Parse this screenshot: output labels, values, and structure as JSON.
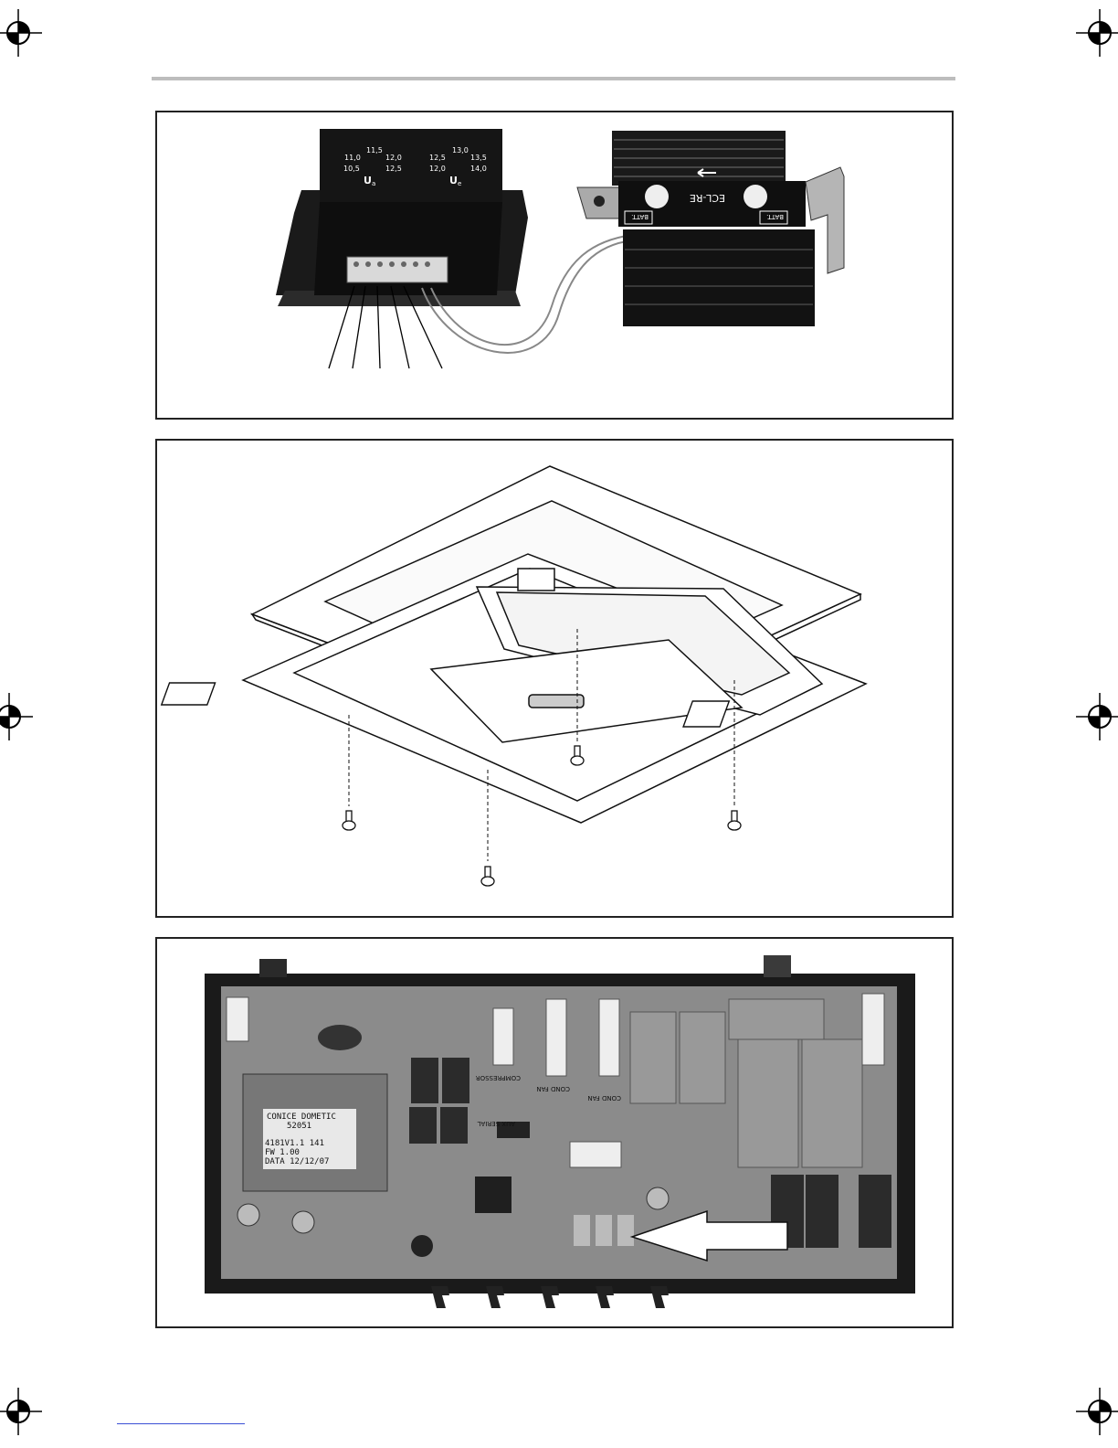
{
  "figure1": {
    "voltage_left": {
      "top": "11,5",
      "ml": "11,0",
      "mr": "12,0",
      "bl": "10,5",
      "br": "12,5",
      "label": "U",
      "sub": "a"
    },
    "voltage_right": {
      "top": "13,0",
      "ml": "12,5",
      "mr": "13,5",
      "bl": "12,0",
      "br": "14,0",
      "label": "U",
      "sub": "e"
    },
    "module_label": "ECL-RE",
    "batt_left": "BATT.",
    "batt_right": "BATT."
  },
  "figure3": {
    "transformer_lines": [
      "CONICE DOMETIC",
      "52051",
      "4181V1.1    141",
      " FW         1.00",
      "DATA   12/12/07"
    ],
    "connector_labels": [
      "COMPRESSOR",
      "COND FAN",
      "COND FAN",
      "AUX SERIAL"
    ]
  }
}
